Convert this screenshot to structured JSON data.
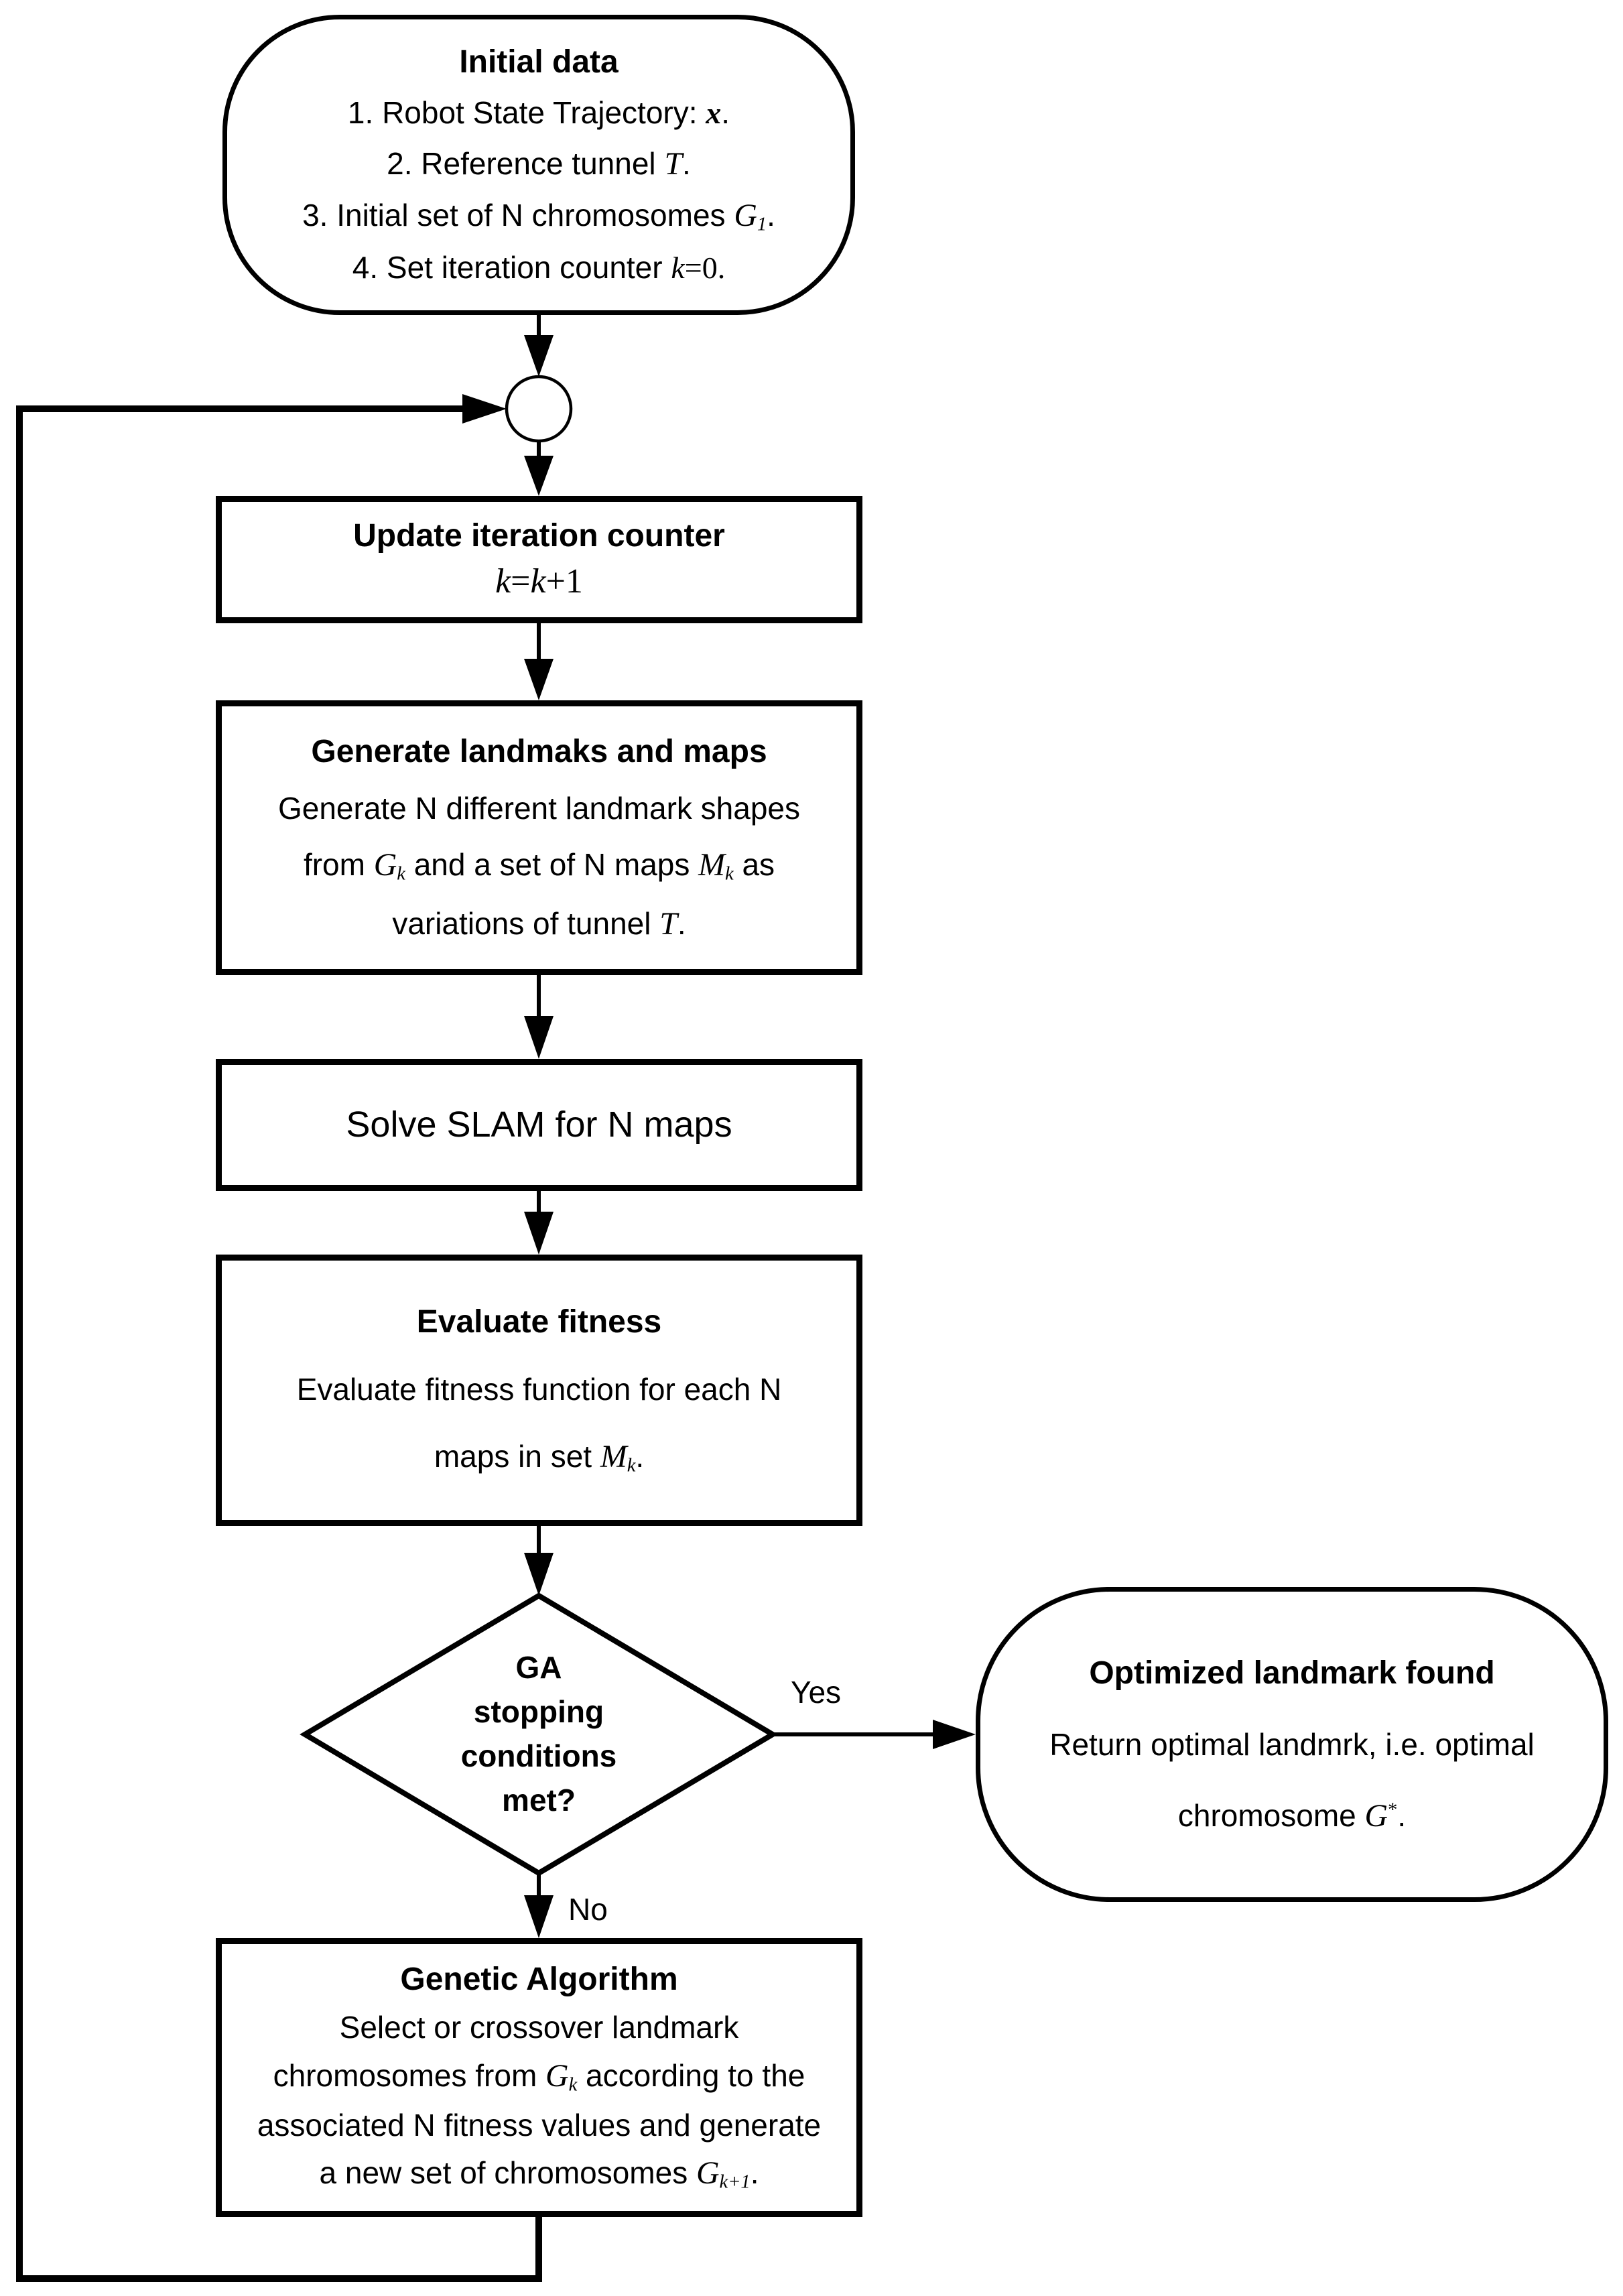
{
  "page": {
    "background": "#ffffff",
    "line_color": "#000000",
    "node_fill": "#ffffff"
  },
  "edge_labels": {
    "yes": "Yes",
    "no": "No"
  },
  "nodes": {
    "initial": {
      "title": "Initial data",
      "lines": [
        [
          {
            "t": "1. Robot State Trajectory: "
          },
          {
            "t": "x",
            "c": "mathbf"
          },
          {
            "t": "."
          }
        ],
        [
          {
            "t": "2. Reference tunnel "
          },
          {
            "t": "T",
            "c": "script"
          },
          {
            "t": "."
          }
        ],
        [
          {
            "t": "3. Initial set of N chromosomes "
          },
          {
            "t": "G",
            "c": "script"
          },
          {
            "t": "1",
            "c": "sub"
          },
          {
            "t": "."
          }
        ],
        [
          {
            "t": "4. Set iteration counter "
          },
          {
            "t": "k",
            "c": "math"
          },
          {
            "t": "=0.",
            "c": "mathup"
          }
        ]
      ]
    },
    "update": {
      "title": "Update iteration counter",
      "formula": [
        {
          "t": "k",
          "c": "math"
        },
        {
          "t": "=",
          "c": "mathup"
        },
        {
          "t": "k",
          "c": "math"
        },
        {
          "t": "+1",
          "c": "mathup"
        }
      ]
    },
    "generate": {
      "title": "Generate landmaks and maps",
      "lines": [
        [
          {
            "t": "Generate N different landmark shapes"
          }
        ],
        [
          {
            "t": "from "
          },
          {
            "t": "G",
            "c": "script"
          },
          {
            "t": "k",
            "c": "sub"
          },
          {
            "t": " and a set of N maps "
          },
          {
            "t": "M",
            "c": "script"
          },
          {
            "t": "k",
            "c": "sub"
          },
          {
            "t": " as"
          }
        ],
        [
          {
            "t": "variations of tunnel "
          },
          {
            "t": "T",
            "c": "script"
          },
          {
            "t": "."
          }
        ]
      ]
    },
    "solve": {
      "label": "Solve SLAM for N maps"
    },
    "evaluate": {
      "title": "Evaluate fitness",
      "lines": [
        [
          {
            "t": "Evaluate fitness function for each N"
          }
        ],
        [
          {
            "t": "maps in set "
          },
          {
            "t": "M",
            "c": "script"
          },
          {
            "t": "k",
            "c": "sub"
          },
          {
            "t": "."
          }
        ]
      ]
    },
    "decision": {
      "lines": [
        "GA",
        "stopping",
        "conditions",
        "met?"
      ]
    },
    "optimized": {
      "title": "Optimized landmark found",
      "lines": [
        [
          {
            "t": "Return optimal landmrk, i.e. optimal"
          }
        ],
        [
          {
            "t": "chromosome "
          },
          {
            "t": "G",
            "c": "script"
          },
          {
            "t": "*",
            "c": "sup"
          },
          {
            "t": "."
          }
        ]
      ]
    },
    "genetic": {
      "title": "Genetic Algorithm",
      "lines": [
        [
          {
            "t": "Select or crossover landmark"
          }
        ],
        [
          {
            "t": "chromosomes from "
          },
          {
            "t": "G",
            "c": "script"
          },
          {
            "t": "k",
            "c": "sub"
          },
          {
            "t": " according to the"
          }
        ],
        [
          {
            "t": "associated N fitness values and generate"
          }
        ],
        [
          {
            "t": "a new set of chromosomes "
          },
          {
            "t": "G",
            "c": "script"
          },
          {
            "t": "k+1",
            "c": "sub"
          },
          {
            "t": "."
          }
        ]
      ]
    }
  }
}
